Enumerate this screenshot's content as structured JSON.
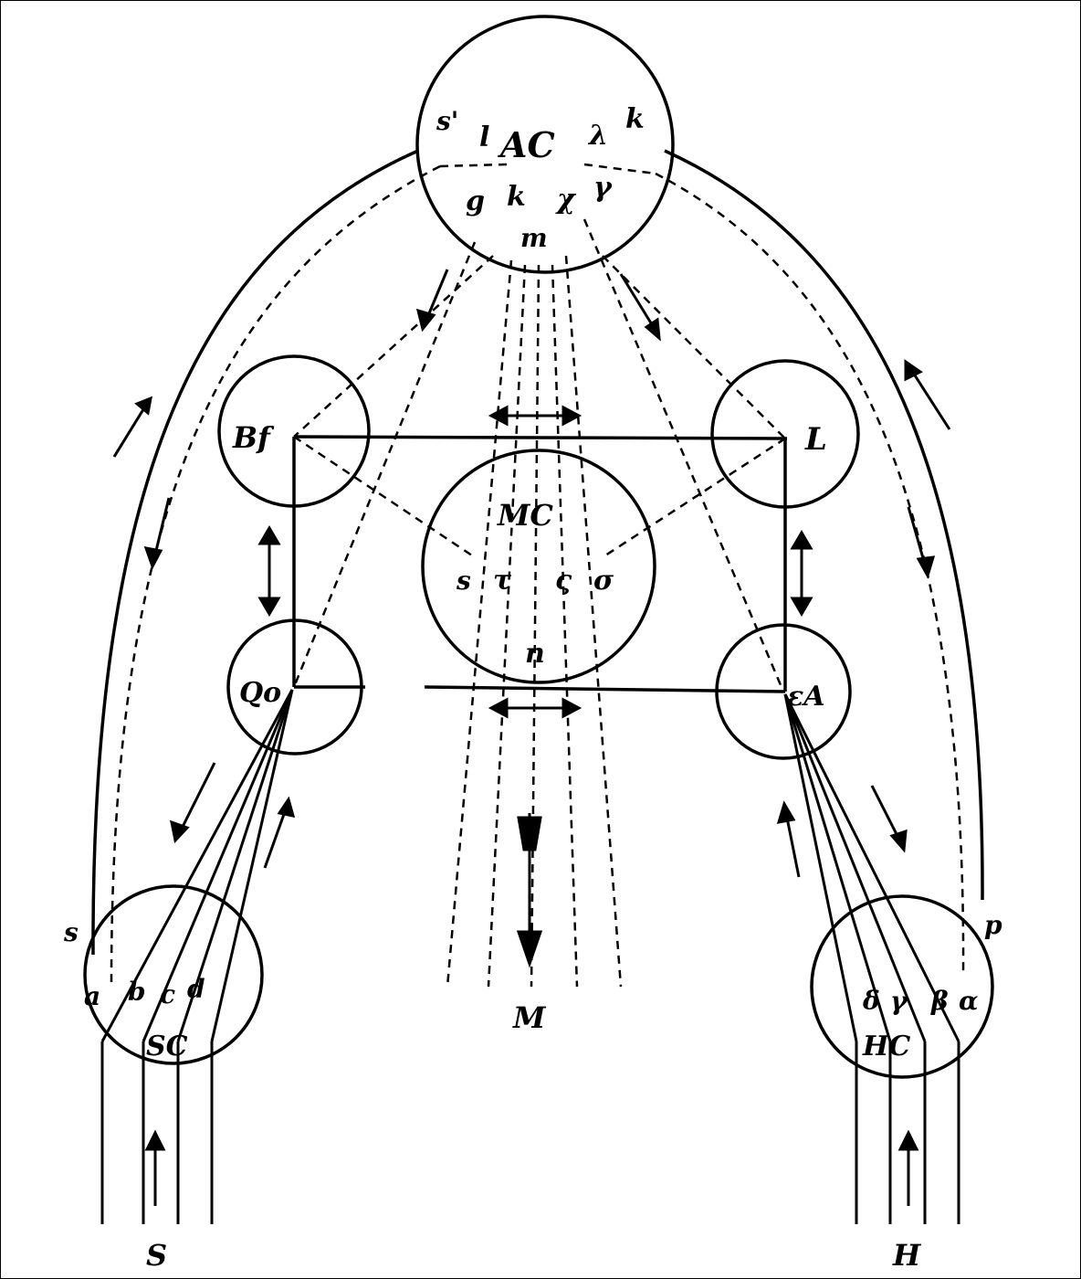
{
  "diagram": {
    "nodes": {
      "ac": {
        "name": "AC",
        "labels": [
          "s'",
          "l",
          "λ",
          "k",
          "g",
          "k",
          "χ",
          "γ",
          "m"
        ]
      },
      "bf": {
        "name": "Bf"
      },
      "l": {
        "name": "L"
      },
      "mc": {
        "name": "MC",
        "labels": [
          "s",
          "τ",
          "ς",
          "σ",
          "n"
        ]
      },
      "qo": {
        "name": "Qo"
      },
      "ea": {
        "name": "εA"
      },
      "sc": {
        "name": "SC",
        "labels": [
          "a",
          "b",
          "c",
          "d"
        ],
        "outer": "s"
      },
      "hc": {
        "name": "HC",
        "labels": [
          "δ",
          "γ",
          "β",
          "α"
        ],
        "outer": "p"
      }
    },
    "outputs": {
      "left": "S",
      "middle": "M",
      "right": "H"
    }
  }
}
